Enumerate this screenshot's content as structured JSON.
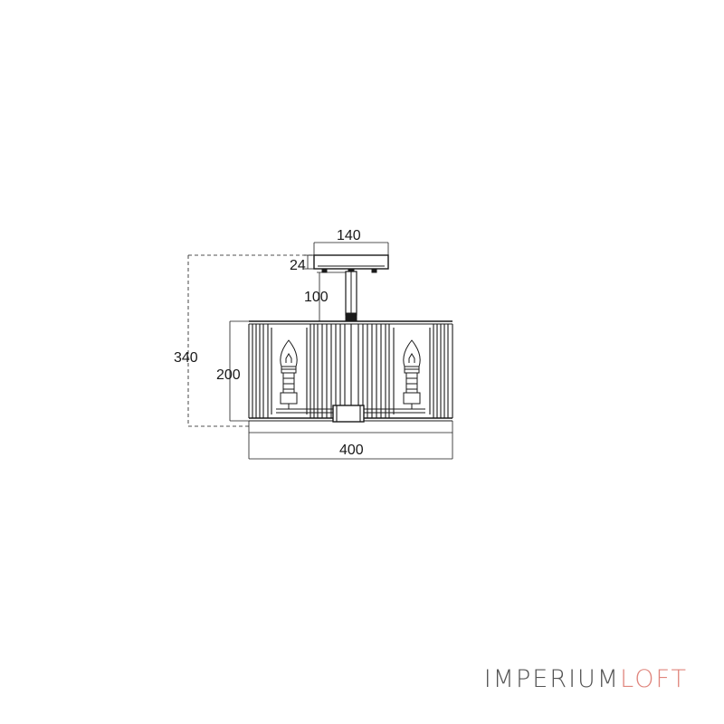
{
  "dimensions": {
    "canopy_width": "140",
    "canopy_height": "24",
    "rod_length": "100",
    "total_height": "340",
    "shade_height": "200",
    "shade_width": "400"
  },
  "brand": {
    "part1": "IMPERIUM",
    "part2": "LOFT"
  },
  "colors": {
    "line": "#1a1a1a",
    "brand_gray": "#555555",
    "brand_accent": "#e0867e"
  }
}
